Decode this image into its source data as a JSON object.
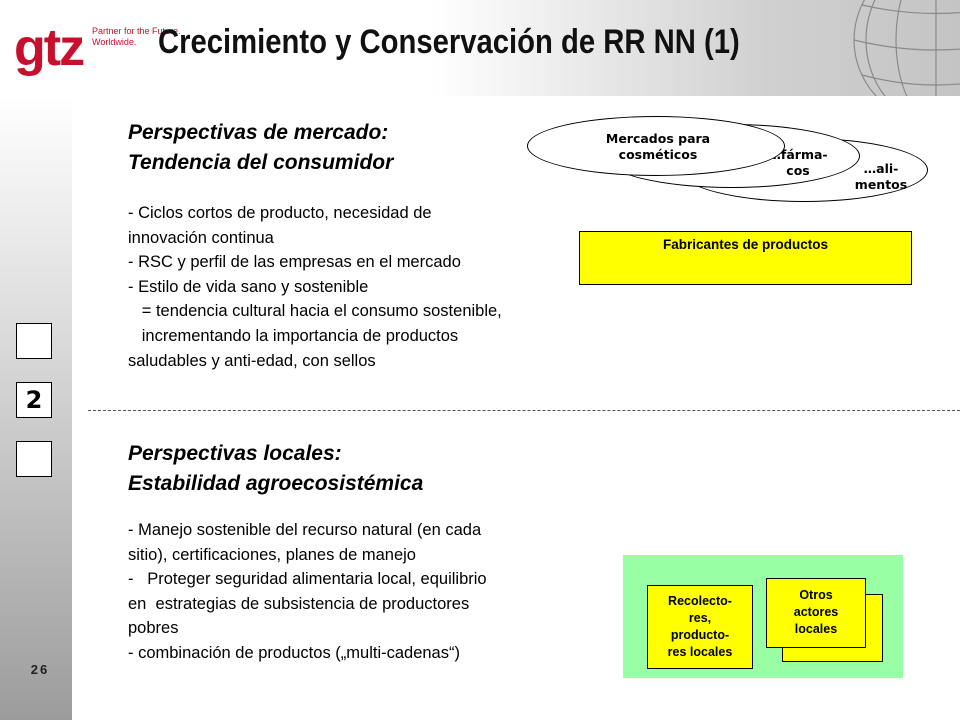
{
  "header": {
    "logo_text": "gtz",
    "tagline_line1": "Partner for the Future.",
    "tagline_line2": "Worldwide.",
    "title": "Crecimiento y Conservación de RR NN (1)"
  },
  "sidebar": {
    "nav_box_top": "",
    "nav_box_middle": "2",
    "nav_box_bottom": "",
    "page_number": "26"
  },
  "section_market": {
    "heading_line1": "Perspectivas de mercado:",
    "heading_line2": "Tendencia del consumidor",
    "lines": [
      "-  Ciclos cortos de producto, necesidad de",
      "innovación continua",
      "-  RSC y perfil de las empresas en el mercado",
      "-  Estilo de vida sano y sostenible",
      "   = tendencia cultural hacia el consumo sostenible,",
      "   incrementando la importancia de productos",
      "saludables y anti-edad, con sellos"
    ]
  },
  "section_local": {
    "heading_line1": "Perspectivas locales:",
    "heading_line2": "Estabilidad agroecosistémica",
    "lines": [
      "-  Manejo sostenible del recurso natural (en cada",
      "sitio), certificaciones, planes de manejo",
      "-   Proteger seguridad alimentaria local, equilibrio",
      "en  estrategias de subsistencia de productores",
      "pobres",
      "-  combinación de productos („multi-cadenas“)"
    ]
  },
  "diagram_market": {
    "ellipse_front_line1": "Mercados para",
    "ellipse_front_line2": "cosméticos",
    "ellipse_middle_line1": "…fárma-",
    "ellipse_middle_line2": "cos",
    "ellipse_back_line1": "…ali-",
    "ellipse_back_line2": "mentos",
    "manufacturers_label": "Fabricantes de productos"
  },
  "diagram_local": {
    "collectors_lines": [
      "Recolecto-",
      "res,",
      "producto-",
      "res locales"
    ],
    "other_actors_lines": [
      "Otros",
      "actores",
      "locales"
    ]
  },
  "colors": {
    "brand_red": "#c8102e",
    "yellow_box": "#ffff00",
    "green_panel": "#99ffa5"
  }
}
